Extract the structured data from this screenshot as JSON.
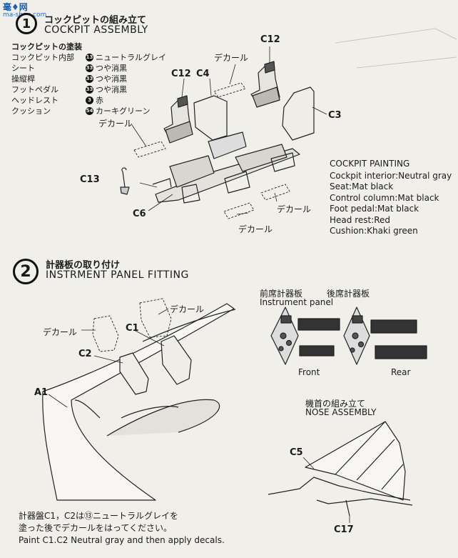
{
  "watermark": {
    "main": "毫♦网",
    "sub": "ma-shou.com"
  },
  "step1": {
    "number": "1",
    "title_jp": "コックピットの組み立て",
    "title_en": "COCKPIT ASSEMBLY",
    "paint_jp_heading": "コックピットの塗装",
    "paint_jp": [
      {
        "part": "コックピット内部",
        "num": "13",
        "color": "ニュートラルグレイ"
      },
      {
        "part": "シート",
        "num": "33",
        "color": "つや消黒"
      },
      {
        "part": "操縦桿",
        "num": "33",
        "color": "つや消黒"
      },
      {
        "part": "フットペダル",
        "num": "33",
        "color": "つや消黒"
      },
      {
        "part": "ヘッドレスト",
        "num": "3",
        "color": "赤"
      },
      {
        "part": "クッション",
        "num": "54",
        "color": "カーキグリーン"
      }
    ],
    "paint_en_heading": "COCKPIT PAINTING",
    "paint_en": [
      "Cockpit interior:Neutral gray",
      "Seat:Mat black",
      "Control column:Mat black",
      "Foot pedal:Mat black",
      "Head rest:Red",
      "Cushion:Khaki green"
    ],
    "labels": {
      "c12a": "C12",
      "c12b": "C12",
      "c4": "C4",
      "c3": "C3",
      "c13": "C13",
      "c6": "C6",
      "decal1": "デカール",
      "decal2": "デカール",
      "decal3": "デカール",
      "decal4": "デカール"
    }
  },
  "step2": {
    "number": "2",
    "title_jp": "計器板の取り付け",
    "title_en": "INSTRMENT PANEL FITTING",
    "labels": {
      "decal_a": "デカール",
      "decal_b": "デカール",
      "c1": "C1",
      "c2": "C2",
      "a1": "A1",
      "front_jp": "前席計器板",
      "rear_jp": "後席計器板",
      "instrument_panel": "Instrument panel",
      "front": "Front",
      "rear": "Rear"
    },
    "note_jp_1": "計器盤C1，C2は⑬ニュートラルグレイを",
    "note_jp_2": "塗った後でデカールをはってください。",
    "note_en": "Paint C1.C2 Neutral gray and then apply decals."
  },
  "nose": {
    "title_jp": "機首の組み立て",
    "title_en": "NOSE ASSEMBLY",
    "c5": "C5",
    "c17": "C17"
  }
}
